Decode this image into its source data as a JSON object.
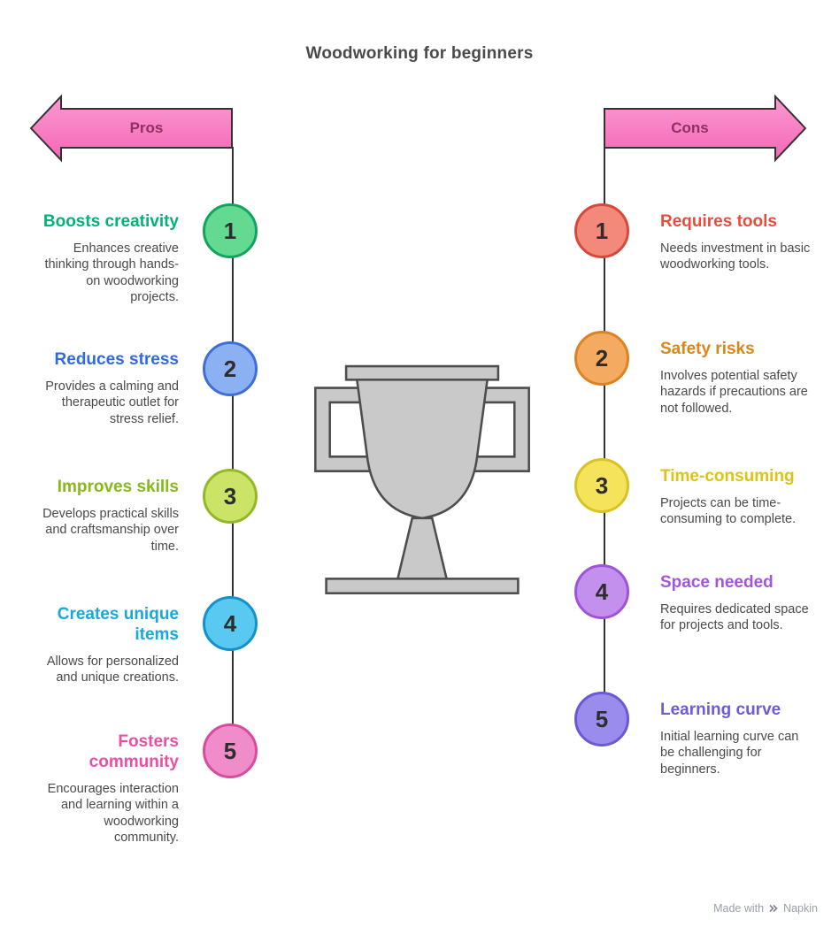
{
  "title": "Woodworking for beginners",
  "arrow": {
    "top_color": "#fc9ad2",
    "bottom_color": "#f566b5",
    "outline": "#333333",
    "label_color": "#8f3060"
  },
  "trophy": {
    "fill": "#c9c9c9",
    "stroke": "#4d4d4d"
  },
  "pros": {
    "label": "Pros",
    "items": [
      {
        "number": "1",
        "heading": "Boosts creativity",
        "body": "Enhances creative thinking through hands-on woodworking projects.",
        "heading_color": "#00b377",
        "circle_fill": "#63d992",
        "circle_border": "#12a35e"
      },
      {
        "number": "2",
        "heading": "Reduces stress",
        "body": "Provides a calming and therapeutic outlet for stress relief.",
        "heading_color": "#2f6bdb",
        "circle_fill": "#8bb1f2",
        "circle_border": "#3e6ed6"
      },
      {
        "number": "3",
        "heading": "Improves skills",
        "body": "Develops practical skills and craftsmanship over time.",
        "heading_color": "#86ba18",
        "circle_fill": "#cbe366",
        "circle_border": "#93b825"
      },
      {
        "number": "4",
        "heading": "Creates unique items",
        "body": "Allows for personalized and unique creations.",
        "heading_color": "#17a8dc",
        "circle_fill": "#59c9f2",
        "circle_border": "#1391c9"
      },
      {
        "number": "5",
        "heading": "Fosters community",
        "body": "Encourages interaction and learning within a woodworking community.",
        "heading_color": "#e94fa4",
        "circle_fill": "#f08cca",
        "circle_border": "#d94b9e"
      }
    ]
  },
  "cons": {
    "label": "Cons",
    "items": [
      {
        "number": "1",
        "heading": "Requires tools",
        "body": "Needs investment in basic woodworking tools.",
        "heading_color": "#e74c3c",
        "circle_fill": "#f2897b",
        "circle_border": "#d8473a"
      },
      {
        "number": "2",
        "heading": "Safety risks",
        "body": "Involves potential safety hazards if precautions are not followed.",
        "heading_color": "#e08416",
        "circle_fill": "#f4aa60",
        "circle_border": "#dd8220"
      },
      {
        "number": "3",
        "heading": "Time-consuming",
        "body": "Projects can be time-consuming to complete.",
        "heading_color": "#ddc414",
        "circle_fill": "#f5e35c",
        "circle_border": "#d9c225"
      },
      {
        "number": "4",
        "heading": "Space needed",
        "body": "Requires dedicated space for projects and tools.",
        "heading_color": "#a653e0",
        "circle_fill": "#c490ee",
        "circle_border": "#9f54d8"
      },
      {
        "number": "5",
        "heading": "Learning curve",
        "body": "Initial learning curve can be challenging for beginners.",
        "heading_color": "#6d5ae0",
        "circle_fill": "#9a8cec",
        "circle_border": "#6a58d4"
      }
    ]
  },
  "footer": {
    "made_with": "Made with",
    "brand": "Napkin"
  }
}
